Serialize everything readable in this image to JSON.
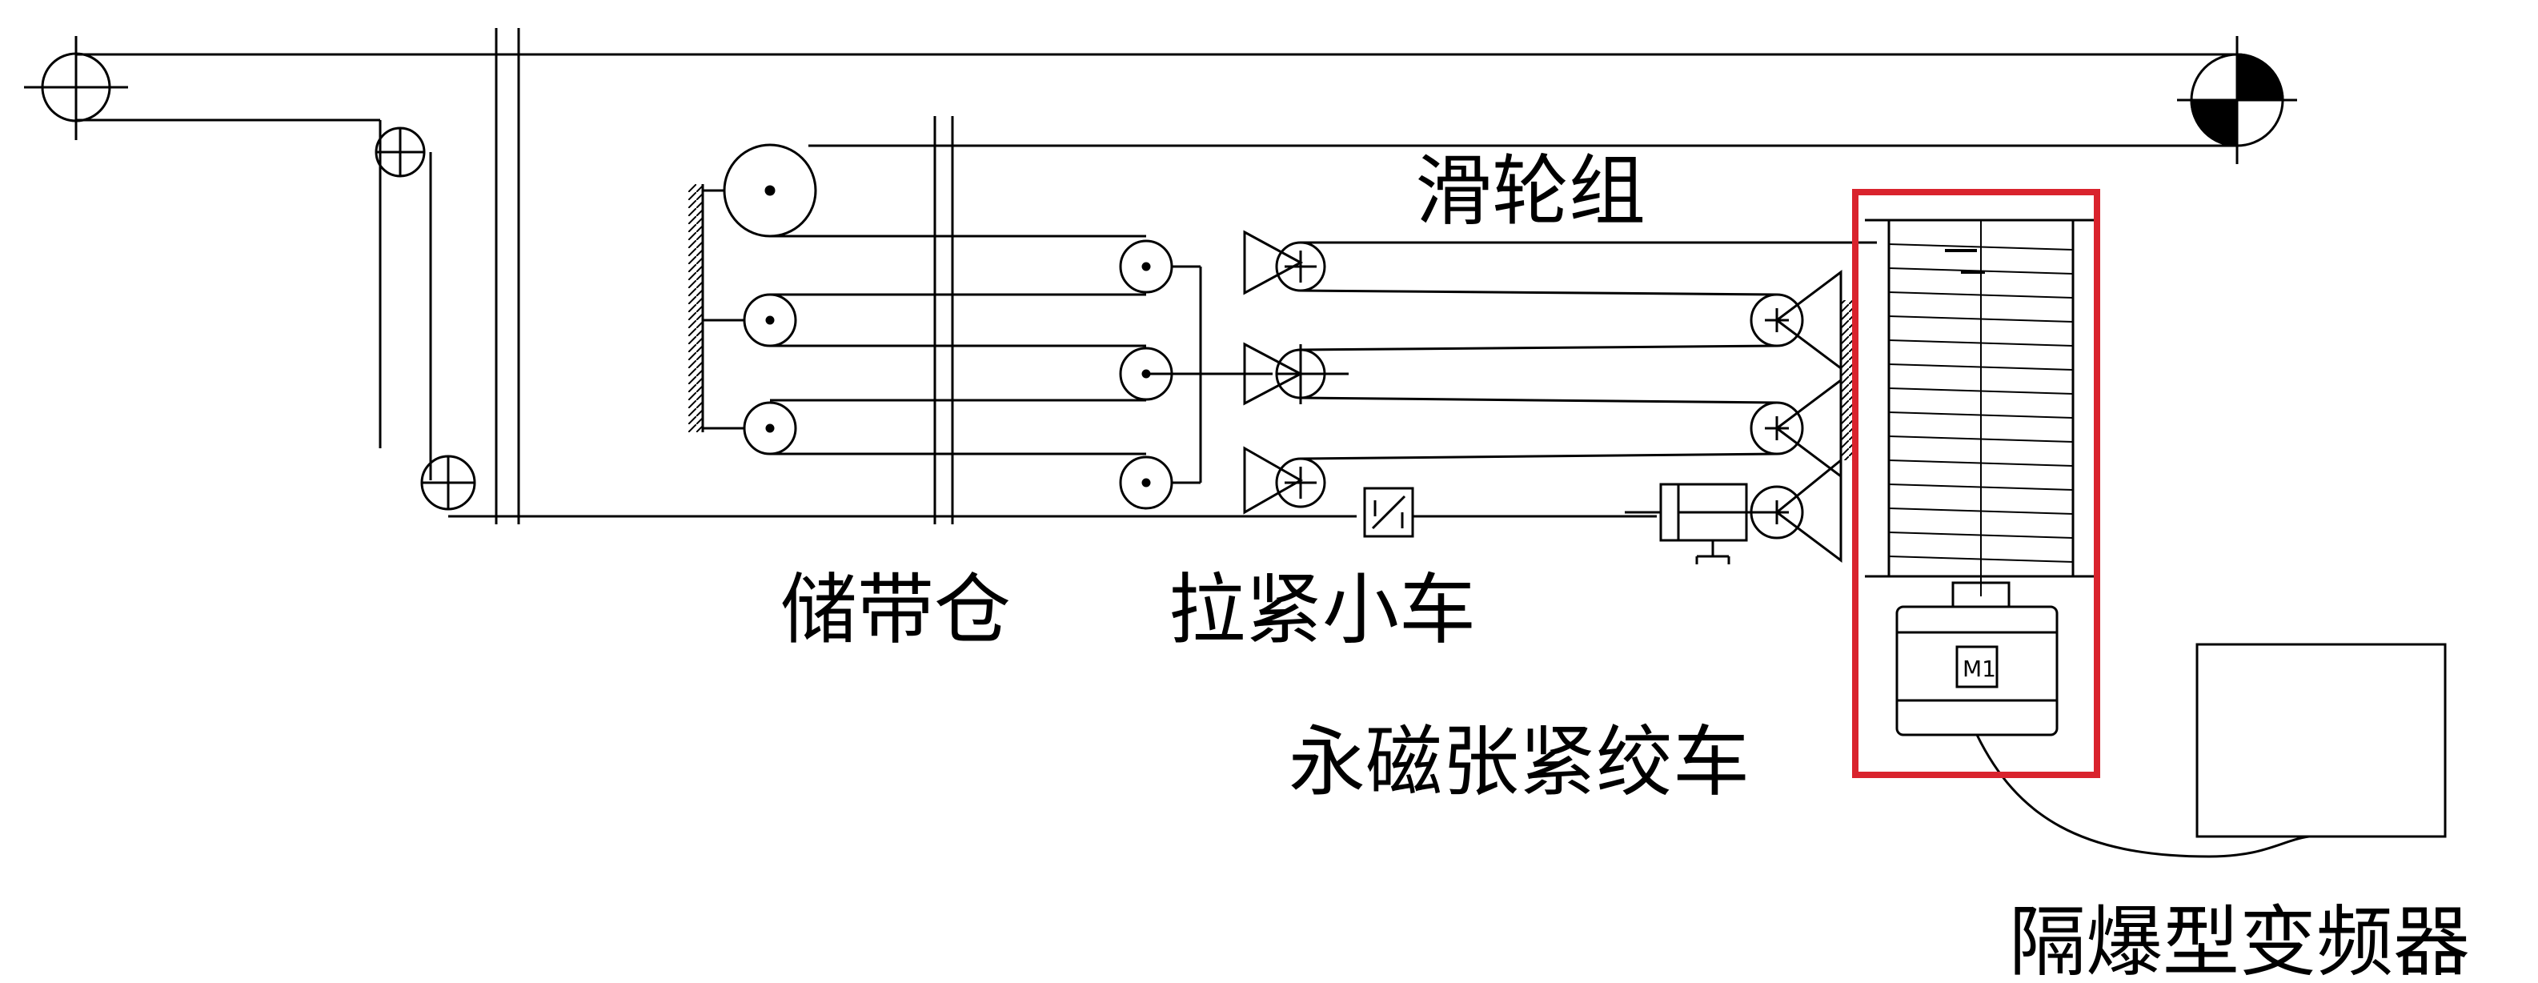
{
  "labels": {
    "pulley_group": "滑轮组",
    "belt_storage": "储带仓",
    "tension_trolley": "拉紧小车",
    "winch": "永磁张紧绞车",
    "inverter": "隔爆型变频器",
    "motor": "M1"
  },
  "colors": {
    "line": "#000000",
    "highlight": "#d9232d"
  }
}
